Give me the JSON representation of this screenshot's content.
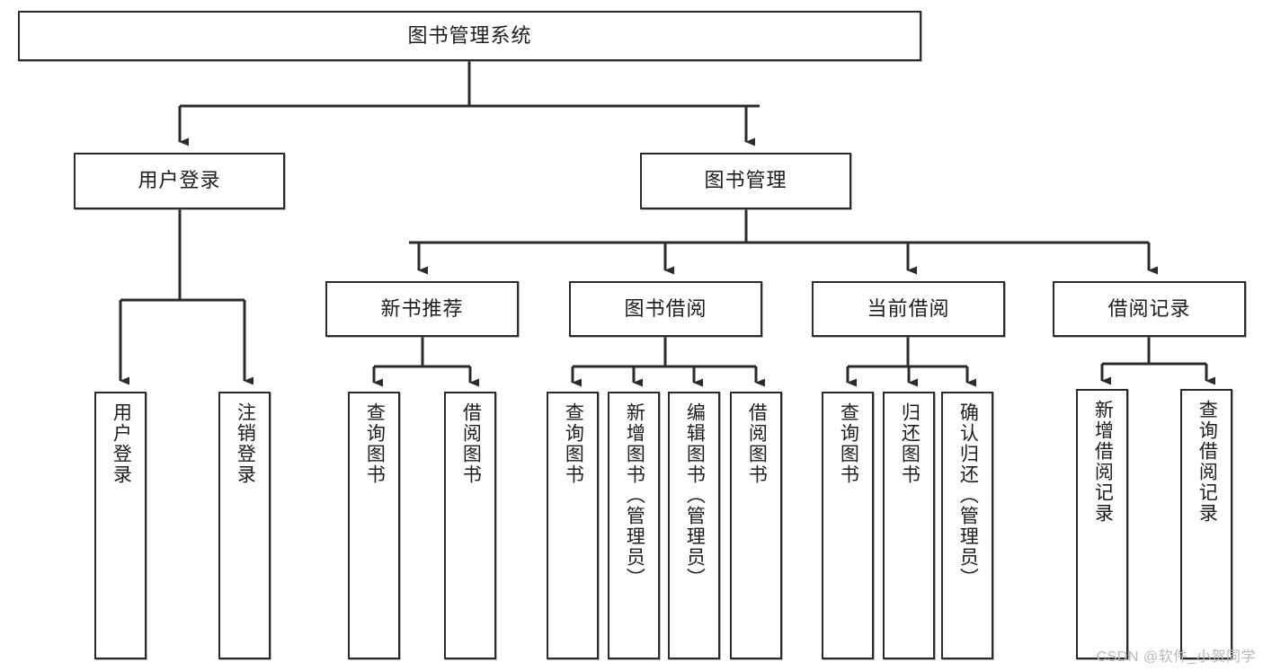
{
  "diagram": {
    "title": "图书管理系统",
    "watermark": "CSDN @软件_小贺同学",
    "line_color": "#2b2b2b",
    "box_fill": "#ffffff",
    "text_color": "#1d1d1d",
    "watermark_color": "#b9b9b9"
  },
  "root": {
    "label": "图书管理系统"
  },
  "level1": [
    {
      "label": "用户登录"
    },
    {
      "label": "图书管理"
    }
  ],
  "level2": [
    {
      "label": "新书推荐"
    },
    {
      "label": "图书借阅"
    },
    {
      "label": "当前借阅"
    },
    {
      "label": "借阅记录"
    }
  ],
  "leaves": {
    "user_login": [
      {
        "label": "用户登录"
      },
      {
        "label": "注销登录"
      }
    ],
    "new_book_recommend": [
      {
        "label": "查询图书"
      },
      {
        "label": "借阅图书"
      }
    ],
    "book_borrow": [
      {
        "label": "查询图书"
      },
      {
        "label": "新增图书（管理员）"
      },
      {
        "label": "编辑图书（管理员）"
      },
      {
        "label": "借阅图书"
      }
    ],
    "current_borrow": [
      {
        "label": "查询图书"
      },
      {
        "label": "归还图书"
      },
      {
        "label": "确认归还（管理员）"
      }
    ],
    "borrow_record": [
      {
        "label": "新增借阅记录"
      },
      {
        "label": "查询借阅记录"
      }
    ]
  }
}
